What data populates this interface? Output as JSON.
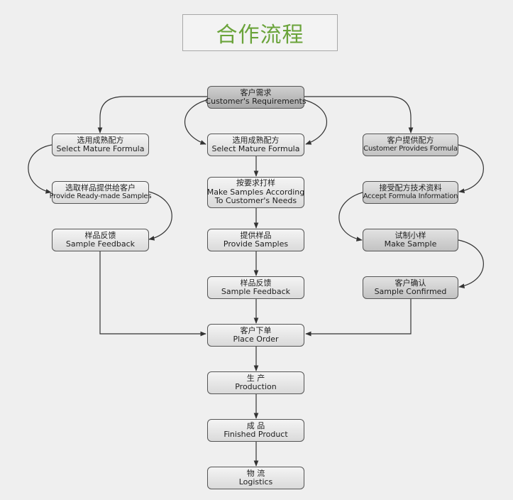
{
  "title": "合作流程",
  "nodes": {
    "requirements": {
      "zh": "客户需求",
      "en": "Customer's Requirements"
    },
    "left_formula": {
      "zh": "选用成熟配方",
      "en": "Select Mature Formula"
    },
    "center_formula": {
      "zh": "选用成熟配方",
      "en": "Select Mature Formula"
    },
    "right_formula": {
      "zh": "客户提供配方",
      "en": "Customer Provides Formula"
    },
    "left_samples": {
      "zh": "选取样品提供给客户",
      "en": "Provide Ready-made Samples"
    },
    "center_make": {
      "zh": "按要求打样",
      "en": "Make Samples According",
      "en2": "To Customer's Needs"
    },
    "right_accept": {
      "zh": "接受配方技术资料",
      "en": "Accept Formula Information"
    },
    "left_feedback": {
      "zh": "样品反馈",
      "en": "Sample Feedback"
    },
    "center_provide": {
      "zh": "提供样品",
      "en": "Provide Samples"
    },
    "right_make": {
      "zh": "试制小样",
      "en": "Make Sample"
    },
    "center_feedback": {
      "zh": "样品反馈",
      "en": "Sample Feedback"
    },
    "right_confirmed": {
      "zh": "客户确认",
      "en": "Sample Confirmed"
    },
    "order": {
      "zh": "客户下单",
      "en": "Place Order"
    },
    "production": {
      "zh": "生 产",
      "en": "Production"
    },
    "finished": {
      "zh": "成 品",
      "en": "Finished Product"
    },
    "logistics": {
      "zh": "物 流",
      "en": "Logistics"
    }
  }
}
